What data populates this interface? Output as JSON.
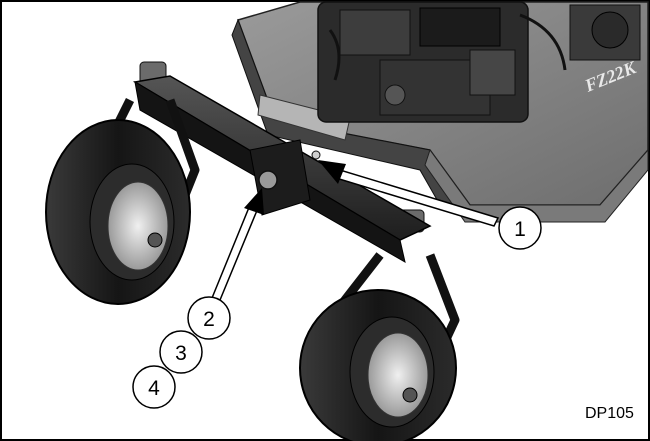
{
  "figure": {
    "callouts": [
      {
        "number": "1",
        "target": "front-axle-mounting-bolt"
      },
      {
        "number": "2",
        "target": "pivot-bolt"
      },
      {
        "number": "3",
        "target": "pivot-bolt"
      },
      {
        "number": "4",
        "target": "pivot-bolt"
      }
    ],
    "figure_code": "DP105",
    "deck_brand": "FZ22K",
    "colors": {
      "frame": "#000000",
      "deck": "#8c8c8c",
      "deck_dark": "#5a5a5a",
      "tire": "#1a1a1a",
      "rim": "#d8d8d8",
      "axle": "#2a2a2a"
    }
  }
}
